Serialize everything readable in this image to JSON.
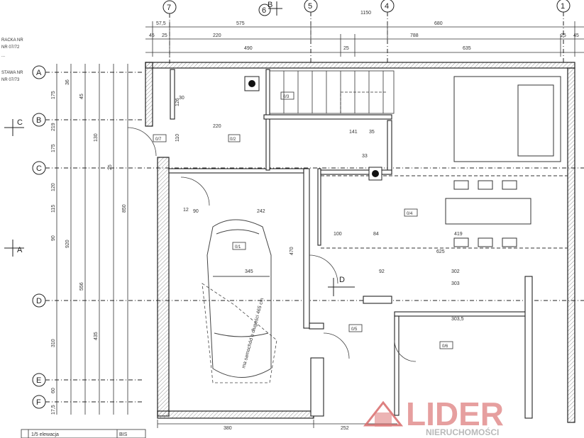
{
  "axes_top": [
    "7",
    "6",
    "5",
    "4",
    "1"
  ],
  "axes_left": [
    "A",
    "B",
    "C",
    "D",
    "E",
    "F"
  ],
  "section_marks": {
    "b": "B",
    "c": "C",
    "a": "A",
    "d": "D"
  },
  "dims_top_row1": [
    "57,5",
    "575",
    "1150",
    "680"
  ],
  "dims_top_row2": [
    "45",
    "25",
    "220",
    "788",
    "25",
    "45"
  ],
  "dims_top_row3": [
    "490",
    "25",
    "635"
  ],
  "dims_bottom": [
    "380",
    "252"
  ],
  "dims_left_col1": [
    "175",
    "219",
    "175",
    "120",
    "115",
    "90",
    "556",
    "435",
    "60",
    "17,5"
  ],
  "dims_left_col2": [
    "36",
    "45",
    "130",
    "25",
    "850",
    "920",
    "310"
  ],
  "dims_interior": [
    "345",
    "242",
    "470",
    "302",
    "303",
    "303,5",
    "419",
    "625",
    "100",
    "92",
    "84",
    "141",
    "35",
    "33",
    "30",
    "90",
    "12",
    "110",
    "126",
    "220"
  ],
  "room_tags": [
    "0/2",
    "0/1",
    "0/3",
    "0/4",
    "0/5",
    "0/6",
    "0/7"
  ],
  "garage_note": "ma samochód o długości 465 cm",
  "title_block_label": "1/5 elewacja",
  "title_block_code": "BIS",
  "notes_top_left": [
    "RACKA NR",
    "NR 07/72",
    "...",
    "STAWA NR",
    "NR 07/73"
  ],
  "watermark": {
    "brand": "LIDER",
    "sub": "NIERUCHOMOŚCI"
  },
  "colors": {
    "line": "#222222",
    "hatch": "#555555",
    "watermark": "#d96a6a"
  }
}
